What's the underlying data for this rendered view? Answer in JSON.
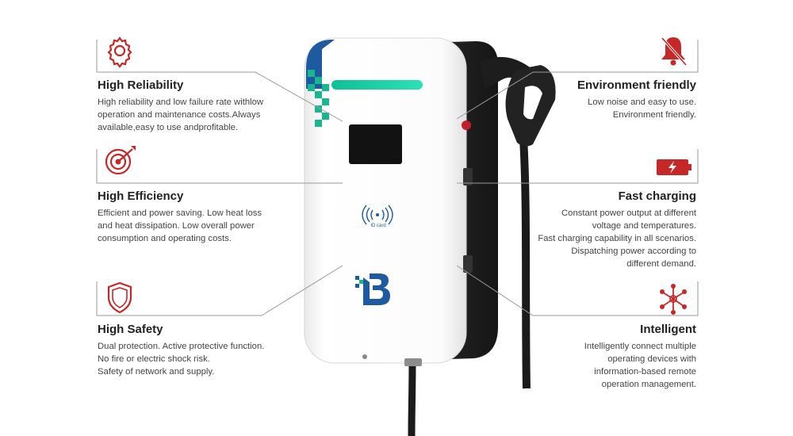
{
  "features": {
    "reliability": {
      "title": "High Reliability",
      "lines": [
        "High reliability and low failure rate withlow",
        "operation and maintenance costs.Always",
        "available,easy to use andprofitable."
      ],
      "icon": "gear-icon"
    },
    "efficiency": {
      "title": "High Efficiency",
      "lines": [
        "Efficient and power saving. Low heat loss",
        "and heat dissipation. Low overall power",
        "consumption and operating costs."
      ],
      "icon": "target-icon"
    },
    "safety": {
      "title": "High Safety",
      "lines": [
        "Dual protection. Active protective function.",
        "No fire or electric shock risk.",
        "Safety of network and supply."
      ],
      "icon": "shield-icon"
    },
    "environment": {
      "title": "Environment friendly",
      "lines": [
        "Low noise and easy to use.",
        "Environment friendly."
      ],
      "icon": "bell-off-icon"
    },
    "charging": {
      "title": "Fast charging",
      "lines": [
        "Constant power output at different",
        "voltage and temperatures.",
        "Fast charging capability in all scenarios.",
        "Dispatching power according to",
        "different demand."
      ],
      "icon": "battery-bolt-icon"
    },
    "intelligent": {
      "title": "Intelligent",
      "lines": [
        "Intelligently connect multiple",
        "operating devices with",
        "information-based remote",
        "operation management."
      ],
      "icon": "network-icon"
    }
  },
  "charger": {
    "rfid_label": "ID card",
    "logo_letter": "B"
  },
  "colors": {
    "accent_red": "#c62828",
    "brand_blue": "#1e5aa0",
    "led_green": "#19c9a0",
    "pixel_green": "#17b890",
    "line_gray": "#9a9a9a"
  }
}
